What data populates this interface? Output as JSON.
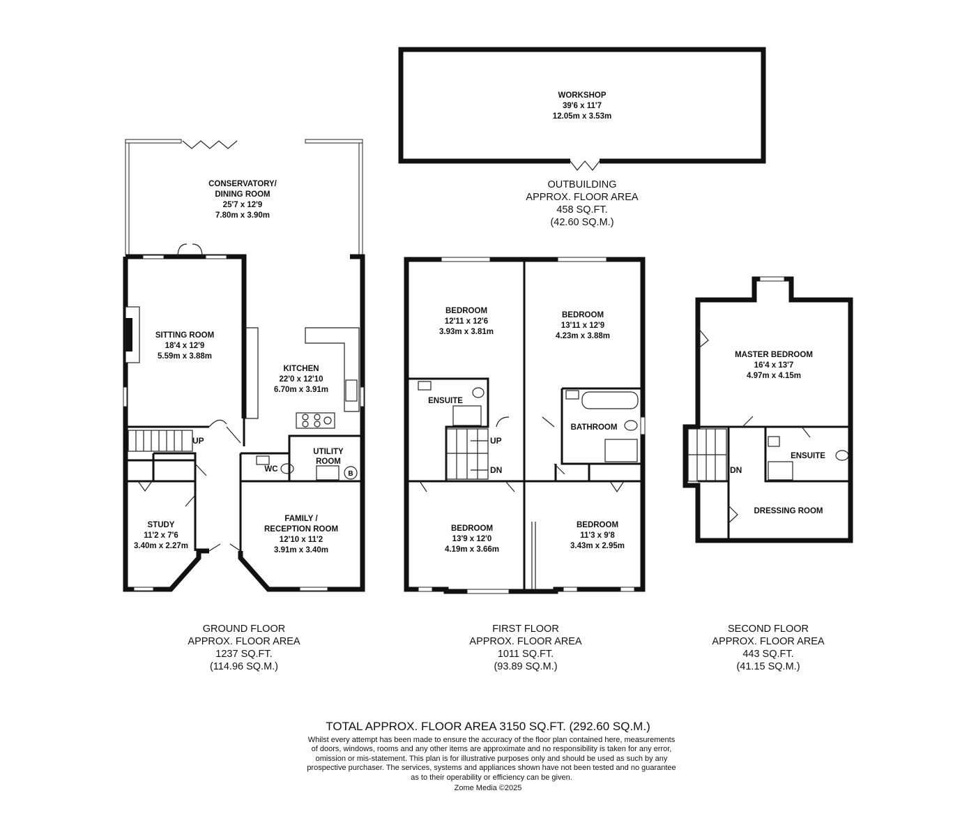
{
  "outbuilding": {
    "rooms": [
      {
        "name": "WORKSHOP",
        "imperial": "39'6 x 11'7",
        "metric": "12.05m x 3.53m"
      }
    ],
    "area": {
      "line1": "OUTBUILDING",
      "line2": "APPROX. FLOOR AREA",
      "sqft": "458 SQ.FT.",
      "sqm": "(42.60 SQ.M.)"
    }
  },
  "ground_floor": {
    "rooms": [
      {
        "name": "CONSERVATORY/",
        "name2": "DINING ROOM",
        "imperial": "25'7 x 12'9",
        "metric": "7.80m x 3.90m"
      },
      {
        "name": "SITTING ROOM",
        "imperial": "18'4 x 12'9",
        "metric": "5.59m x 3.88m"
      },
      {
        "name": "KITCHEN",
        "imperial": "22'0 x 12'10",
        "metric": "6.70m x 3.91m"
      },
      {
        "name": "UTILITY",
        "name2": "ROOM"
      },
      {
        "name": "WC"
      },
      {
        "name": "STUDY",
        "imperial": "11'2 x 7'6",
        "metric": "3.40m x 2.27m"
      },
      {
        "name": "FAMILY /",
        "name2": "RECEPTION ROOM",
        "imperial": "12'10 x 11'2",
        "metric": "3.91m x 3.40m"
      }
    ],
    "stairs_label": "UP",
    "boiler_label": "B",
    "area": {
      "line1": "GROUND FLOOR",
      "line2": "APPROX. FLOOR AREA",
      "sqft": "1237 SQ.FT.",
      "sqm": "(114.96 SQ.M.)"
    }
  },
  "first_floor": {
    "rooms": [
      {
        "name": "BEDROOM",
        "imperial": "12'11 x 12'6",
        "metric": "3.93m x 3.81m"
      },
      {
        "name": "BEDROOM",
        "imperial": "13'11 x 12'9",
        "metric": "4.23m x 3.88m"
      },
      {
        "name": "ENSUITE"
      },
      {
        "name": "BATHROOM"
      },
      {
        "name": "BEDROOM",
        "imperial": "13'9 x 12'0",
        "metric": "4.19m x 3.66m"
      },
      {
        "name": "BEDROOM",
        "imperial": "11'3 x 9'8",
        "metric": "3.43m x 2.95m"
      }
    ],
    "stairs_up": "UP",
    "stairs_down": "DN",
    "area": {
      "line1": "FIRST FLOOR",
      "line2": "APPROX. FLOOR AREA",
      "sqft": "1011 SQ.FT.",
      "sqm": "(93.89 SQ.M.)"
    }
  },
  "second_floor": {
    "rooms": [
      {
        "name": "MASTER BEDROOM",
        "imperial": "16'4 x 13'7",
        "metric": "4.97m x 4.15m"
      },
      {
        "name": "ENSUITE"
      },
      {
        "name": "DRESSING ROOM"
      }
    ],
    "stairs_down": "DN",
    "area": {
      "line1": "SECOND FLOOR",
      "line2": "APPROX. FLOOR AREA",
      "sqft": "443 SQ.FT.",
      "sqm": "(41.15 SQ.M.)"
    }
  },
  "total": "TOTAL APPROX. FLOOR AREA 3150 SQ.FT. (292.60 SQ.M.)",
  "disclaimer": [
    "Whilst every attempt has been made to ensure the accuracy of the floor plan contained here, measurements",
    "of doors, windows, rooms and any other items are approximate and no responsibility is taken for any error,",
    "omission or mis-statement. This plan is for illustrative purposes only and should be used as such by any",
    "prospective purchaser. The services, systems and appliances shown have not been tested and no guarantee",
    "as to their operability or efficiency can be given."
  ],
  "credit": "Zome Media ©2025"
}
